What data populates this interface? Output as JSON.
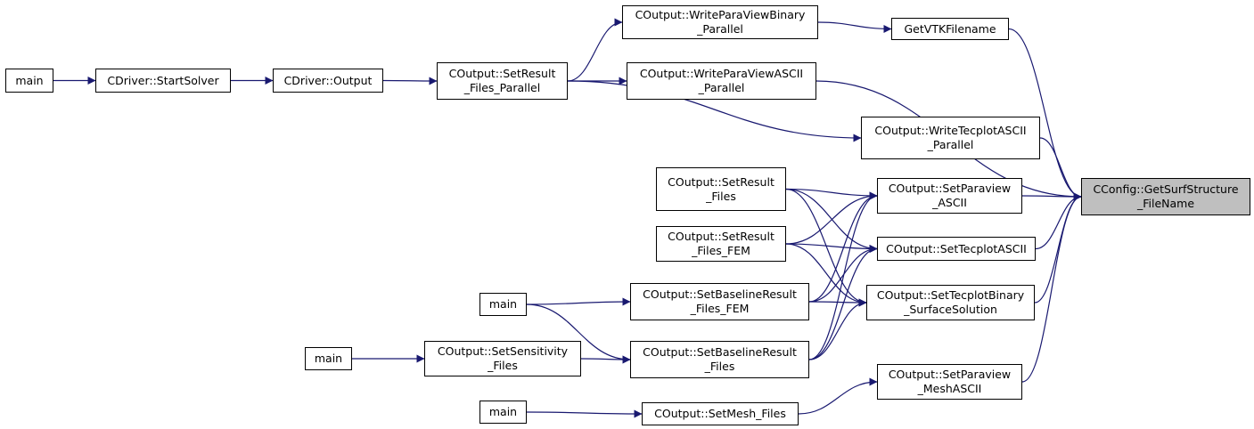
{
  "diagram": {
    "edge_color": "#191970",
    "root_fill": "#bfbfbf",
    "nodes": {
      "main1": [
        "main"
      ],
      "startSolver": [
        "CDriver::StartSolver"
      ],
      "driverOutput": [
        "CDriver::Output"
      ],
      "setResultFilesParallel": [
        "COutput::SetResult",
        "_Files_Parallel"
      ],
      "writeParaViewBinary": [
        "COutput::WriteParaViewBinary",
        "_Parallel"
      ],
      "getVTKFilename": [
        "GetVTKFilename"
      ],
      "writeParaViewASCII": [
        "COutput::WriteParaViewASCII",
        "_Parallel"
      ],
      "writeTecplotASCII": [
        "COutput::WriteTecplotASCII",
        "_Parallel"
      ],
      "setResultFiles": [
        "COutput::SetResult",
        "_Files"
      ],
      "setParaviewASCII": [
        "COutput::SetParaview",
        "_ASCII"
      ],
      "root": [
        "CConfig::GetSurfStructure",
        "_FileName"
      ],
      "setResultFilesFEM": [
        "COutput::SetResult",
        "_Files_FEM"
      ],
      "setTecplotASCII": [
        "COutput::SetTecplotASCII"
      ],
      "main2": [
        "main"
      ],
      "setBaselineResultFEM": [
        "COutput::SetBaselineResult",
        "_Files_FEM"
      ],
      "setTecplotBinary": [
        "COutput::SetTecplotBinary",
        "_SurfaceSolution"
      ],
      "main3": [
        "main"
      ],
      "setSensitivity": [
        "COutput::SetSensitivity",
        "_Files"
      ],
      "setBaselineResult": [
        "COutput::SetBaselineResult",
        "_Files"
      ],
      "setParaviewMesh": [
        "COutput::SetParaview",
        "_MeshASCII"
      ],
      "main4": [
        "main"
      ],
      "setMeshFiles": [
        "COutput::SetMesh_Files"
      ]
    },
    "edges": [
      [
        "main1",
        "startSolver"
      ],
      [
        "startSolver",
        "driverOutput"
      ],
      [
        "driverOutput",
        "setResultFilesParallel"
      ],
      [
        "setResultFilesParallel",
        "writeParaViewBinary"
      ],
      [
        "setResultFilesParallel",
        "writeParaViewASCII"
      ],
      [
        "setResultFilesParallel",
        "writeTecplotASCII"
      ],
      [
        "writeParaViewBinary",
        "getVTKFilename"
      ],
      [
        "getVTKFilename",
        "root"
      ],
      [
        "writeParaViewASCII",
        "root"
      ],
      [
        "writeTecplotASCII",
        "root"
      ],
      [
        "setParaviewASCII",
        "root"
      ],
      [
        "setTecplotASCII",
        "root"
      ],
      [
        "setTecplotBinary",
        "root"
      ],
      [
        "setParaviewMesh",
        "root"
      ],
      [
        "setResultFiles",
        "setParaviewASCII"
      ],
      [
        "setResultFiles",
        "setTecplotASCII"
      ],
      [
        "setResultFiles",
        "setTecplotBinary"
      ],
      [
        "setResultFilesFEM",
        "setParaviewASCII"
      ],
      [
        "setResultFilesFEM",
        "setTecplotASCII"
      ],
      [
        "setResultFilesFEM",
        "setTecplotBinary"
      ],
      [
        "setBaselineResultFEM",
        "setParaviewASCII"
      ],
      [
        "setBaselineResultFEM",
        "setTecplotASCII"
      ],
      [
        "setBaselineResultFEM",
        "setTecplotBinary"
      ],
      [
        "setBaselineResult",
        "setParaviewASCII"
      ],
      [
        "setBaselineResult",
        "setTecplotASCII"
      ],
      [
        "setBaselineResult",
        "setTecplotBinary"
      ],
      [
        "main2",
        "setBaselineResultFEM"
      ],
      [
        "main2",
        "setBaselineResult"
      ],
      [
        "main3",
        "setSensitivity"
      ],
      [
        "setSensitivity",
        "setBaselineResult"
      ],
      [
        "main4",
        "setMeshFiles"
      ],
      [
        "setMeshFiles",
        "setParaviewMesh"
      ]
    ]
  }
}
